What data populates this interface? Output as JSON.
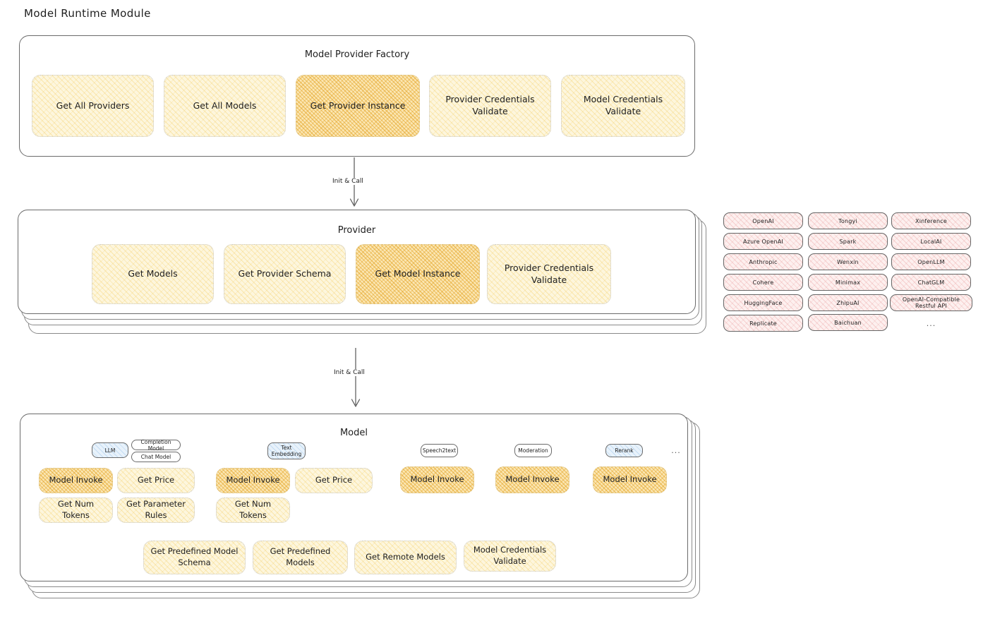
{
  "page": {
    "title": "Model Runtime Module"
  },
  "factory": {
    "title": "Model Provider Factory",
    "boxes": [
      {
        "label": "Get All Providers",
        "highlight": false
      },
      {
        "label": "Get All Models",
        "highlight": false
      },
      {
        "label": "Get Provider Instance",
        "highlight": true
      },
      {
        "label": "Provider Credentials Validate",
        "highlight": false
      },
      {
        "label": "Model Credentials Validate",
        "highlight": false
      }
    ]
  },
  "arrows": [
    {
      "label": "Init & Call"
    },
    {
      "label": "Init & Call"
    }
  ],
  "provider": {
    "title": "Provider",
    "boxes": [
      {
        "label": "Get Models",
        "highlight": false
      },
      {
        "label": "Get Provider Schema",
        "highlight": false
      },
      {
        "label": "Get Model Instance",
        "highlight": true
      },
      {
        "label": "Provider Credentials Validate",
        "highlight": false
      }
    ]
  },
  "provider_list": {
    "columns": [
      {
        "items": [
          "OpenAI",
          "Azure OpenAI",
          "Anthropic",
          "Cohere",
          "HuggingFace",
          "Replicate"
        ]
      },
      {
        "items": [
          "Tongyi",
          "Spark",
          "Wenxin",
          "Minimax",
          "ZhipuAI",
          "Baichuan"
        ]
      },
      {
        "items": [
          "Xinference",
          "LocalAI",
          "OpenLLM",
          "ChatGLM",
          "OpenAI-Compatible Restful API"
        ]
      }
    ],
    "more": "..."
  },
  "model": {
    "title": "Model",
    "more": "...",
    "types": [
      {
        "badge": "LLM",
        "badge_style": "blue",
        "sub_badges": [
          "Completion Model",
          "Chat Model"
        ],
        "ops": [
          {
            "label": "Model Invoke",
            "highlight": true
          },
          {
            "label": "Get Price",
            "highlight": false
          },
          {
            "label": "Get Num Tokens",
            "highlight": false
          },
          {
            "label": "Get Parameter Rules",
            "highlight": false
          }
        ]
      },
      {
        "badge": "Text Embedding",
        "badge_style": "blue",
        "sub_badges": [],
        "ops": [
          {
            "label": "Model Invoke",
            "highlight": true
          },
          {
            "label": "Get Price",
            "highlight": false
          },
          {
            "label": "Get Num Tokens",
            "highlight": false
          }
        ]
      },
      {
        "badge": "Speech2text",
        "badge_style": "white",
        "sub_badges": [],
        "ops": [
          {
            "label": "Model Invoke",
            "highlight": true
          }
        ]
      },
      {
        "badge": "Moderation",
        "badge_style": "white",
        "sub_badges": [],
        "ops": [
          {
            "label": "Model Invoke",
            "highlight": true
          }
        ]
      },
      {
        "badge": "Rerank",
        "badge_style": "blue",
        "sub_badges": [],
        "ops": [
          {
            "label": "Model Invoke",
            "highlight": true
          }
        ]
      }
    ],
    "common_ops": [
      "Get Predefined Model Schema",
      "Get Predefined Models",
      "Get Remote Models",
      "Model Credentials Validate"
    ]
  },
  "colors": {
    "yellow_fill": "#fdf6dd",
    "yellow_hot_fill": "#fbe7b4",
    "pink_fill": "#fdf0ef",
    "blue_fill": "#e8f2fb",
    "stroke": "#6b6b6b",
    "text": "#1e1e1e"
  }
}
